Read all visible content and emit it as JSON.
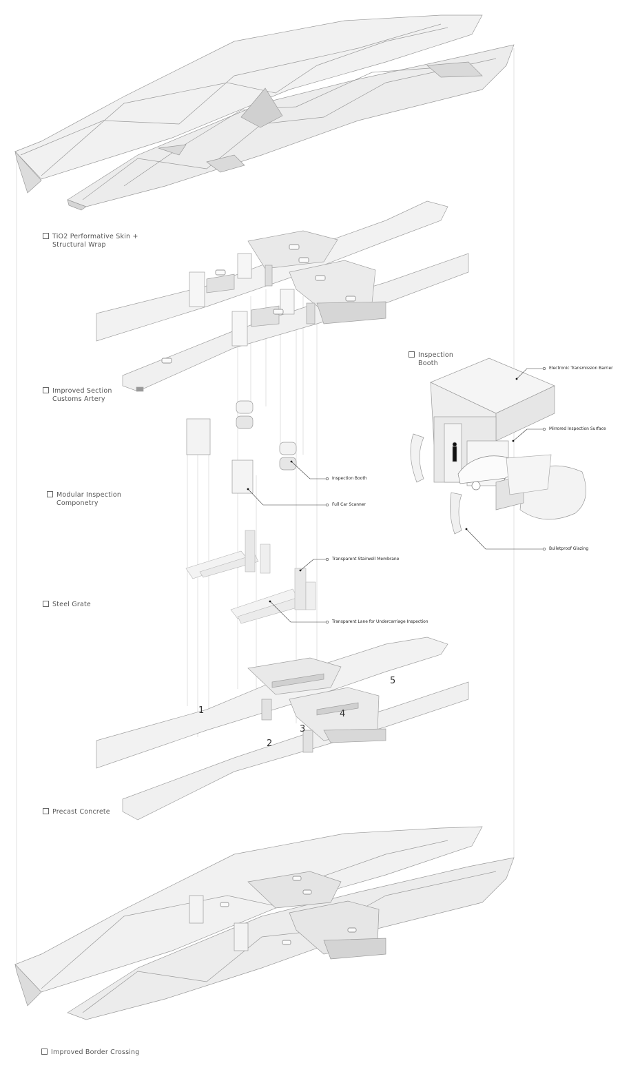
{
  "layers": {
    "skin": "TiO2 Performative Skin +\nStructural Wrap",
    "artery": "Improved Section\nCustoms Artery",
    "modular": "Modular Inspection\nComponetry",
    "steel": "Steel Grate",
    "concrete": "Precast Concrete",
    "crossing": "Improved Border Crossing",
    "booth": "Inspection\nBooth"
  },
  "callouts": {
    "inspection_booth": "Inspection Booth",
    "full_car_scanner": "Full Car Scanner",
    "electronic_barrier": "Electronic Transmission Barrier",
    "mirrored_surface": "Mirrored Inspection Surface",
    "bulletproof_glazing": "Bulletproof Glazing",
    "stairwell_membrane": "Transparent Stairwell Membrane",
    "undercarriage_lane": "Transparent Lane for Undercarriage Inspection"
  },
  "numbers": [
    "1",
    "2",
    "3",
    "4",
    "5"
  ],
  "colors": {
    "line": "#888888",
    "fill": "#eeeeee",
    "shade": "#d8d8d8",
    "text": "#333333"
  }
}
